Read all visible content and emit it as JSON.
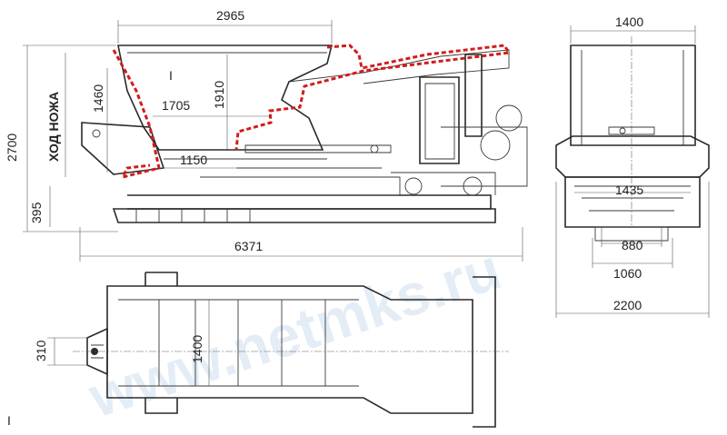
{
  "watermark": "www.netmks.ru",
  "side_view": {
    "section_mark": "I",
    "blade_travel_label": "ХОД НОЖА",
    "dims": {
      "overall_length": "6371",
      "hopper_length": "2965",
      "height_total": "2700",
      "height_1910": "1910",
      "height_1460": "1460",
      "height_395": "395",
      "length_1705": "1705",
      "length_1150": "1150"
    }
  },
  "end_view": {
    "dims": {
      "top_width": "1400",
      "width_1435": "1435",
      "width_880": "880",
      "width_1060": "1060",
      "overall_width": "2200"
    }
  },
  "plan_view": {
    "dims": {
      "width_1400": "1400",
      "width_310": "310"
    }
  },
  "corner_mark": "I",
  "colors": {
    "outline": "#2a2a2a",
    "blade_path": "#d21c1c",
    "watermark": "#cfe0ee"
  }
}
